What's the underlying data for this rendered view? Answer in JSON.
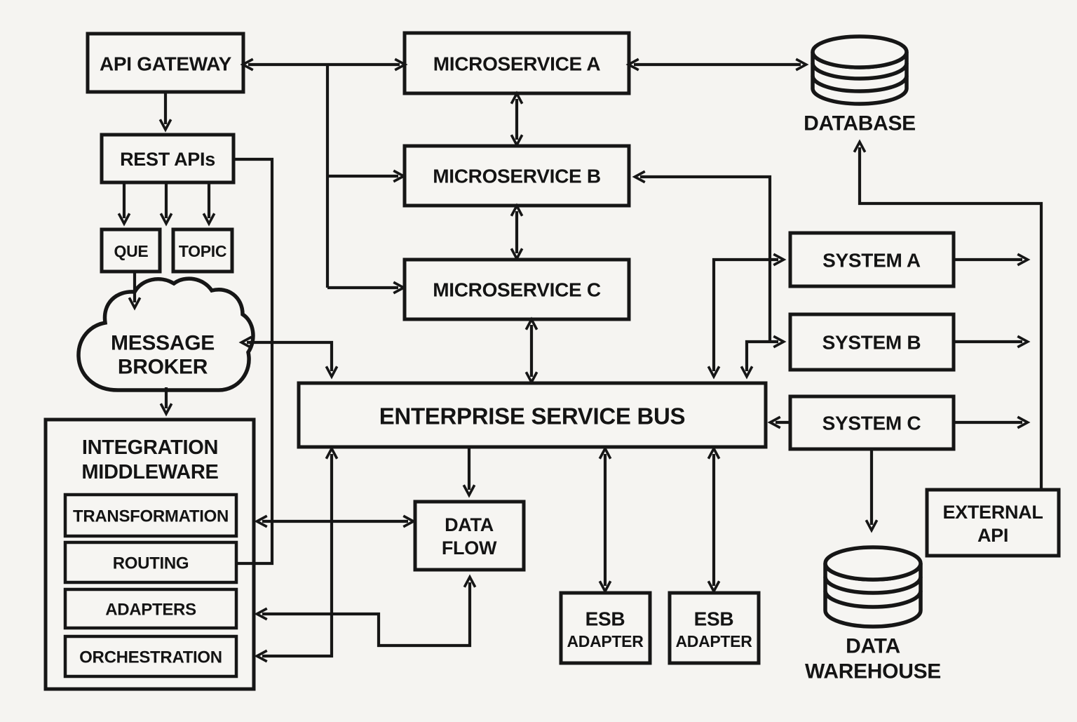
{
  "diagram": {
    "title_hint": "Enterprise integration architecture diagram",
    "background_color": "#f5f4f1",
    "line_color": "#161616",
    "nodes": {
      "api_gateway": {
        "label": "API GATEWAY"
      },
      "rest_apis": {
        "label": "REST APIs"
      },
      "que": {
        "label": "QUE"
      },
      "topic": {
        "label": "TOPIC"
      },
      "message_broker": {
        "line1": "MESSAGE",
        "line2": "BROKER"
      },
      "integration_middleware": {
        "line1": "INTEGRATION",
        "line2": "MIDDLEWARE"
      },
      "transformation": {
        "label": "TRANSFORMATION"
      },
      "routing": {
        "label": "ROUTING"
      },
      "adapters": {
        "label": "ADAPTERS"
      },
      "orchestration": {
        "label": "ORCHESTRATION"
      },
      "microservice_a": {
        "label": "MICROSERVICE A"
      },
      "microservice_b": {
        "label": "MICROSERVICE B"
      },
      "microservice_c": {
        "label": "MICROSERVICE C"
      },
      "database": {
        "label": "DATABASE"
      },
      "enterprise_service_bus": {
        "label": "ENTERPRISE SERVICE BUS"
      },
      "data_flow": {
        "line1": "DATA",
        "line2": "FLOW"
      },
      "esb_adapter_1": {
        "line1": "ESB",
        "line2": "ADAPTER"
      },
      "esb_adapter_2": {
        "line1": "ESB",
        "line2": "ADAPTER"
      },
      "system_a": {
        "label": "SYSTEM A"
      },
      "system_b": {
        "label": "SYSTEM B"
      },
      "system_c": {
        "label": "SYSTEM C"
      },
      "data_warehouse": {
        "line1": "DATA",
        "line2": "WAREHOUSE"
      },
      "external_api": {
        "line1": "EXTERNAL",
        "line2": "API"
      }
    },
    "connections": [
      {
        "from": "api_gateway",
        "to": "microservice_a",
        "direction": "both"
      },
      {
        "from": "api_gateway",
        "to": "microservice_b",
        "direction": "to"
      },
      {
        "from": "api_gateway",
        "to": "microservice_c",
        "direction": "to"
      },
      {
        "from": "api_gateway",
        "to": "rest_apis",
        "direction": "to"
      },
      {
        "from": "rest_apis",
        "to": "que",
        "direction": "to"
      },
      {
        "from": "rest_apis",
        "to": "topic",
        "direction": "to"
      },
      {
        "from": "rest_apis",
        "to": "routing",
        "direction": "line"
      },
      {
        "from": "que",
        "to": "message_broker",
        "direction": "to"
      },
      {
        "from": "message_broker",
        "to": "integration_middleware",
        "direction": "to"
      },
      {
        "from": "message_broker",
        "to": "enterprise_service_bus",
        "direction": "both"
      },
      {
        "from": "microservice_a",
        "to": "database",
        "direction": "both"
      },
      {
        "from": "microservice_a",
        "to": "microservice_b",
        "direction": "both"
      },
      {
        "from": "microservice_b",
        "to": "microservice_c",
        "direction": "both"
      },
      {
        "from": "microservice_c",
        "to": "enterprise_service_bus",
        "direction": "both"
      },
      {
        "from": "enterprise_service_bus",
        "to": "orchestration",
        "direction": "both"
      },
      {
        "from": "transformation",
        "to": "data_flow",
        "direction": "both"
      },
      {
        "from": "adapters",
        "to": "data_flow",
        "direction": "both"
      },
      {
        "from": "enterprise_service_bus",
        "to": "data_flow",
        "direction": "to"
      },
      {
        "from": "enterprise_service_bus",
        "to": "esb_adapter_1",
        "direction": "both"
      },
      {
        "from": "enterprise_service_bus",
        "to": "esb_adapter_2",
        "direction": "both"
      },
      {
        "from": "enterprise_service_bus",
        "to": "system_a",
        "direction": "both"
      },
      {
        "from": "enterprise_service_bus",
        "to": "system_b",
        "direction": "both"
      },
      {
        "from": "microservice_b",
        "to": "system_b",
        "direction": "from-junction"
      },
      {
        "from": "system_c",
        "to": "enterprise_service_bus",
        "direction": "to"
      },
      {
        "from": "system_a",
        "to": "external_api",
        "direction": "to"
      },
      {
        "from": "system_b",
        "to": "external_api",
        "direction": "to"
      },
      {
        "from": "system_c",
        "to": "external_api",
        "direction": "to"
      },
      {
        "from": "external_api",
        "to": "database",
        "direction": "to"
      },
      {
        "from": "system_c",
        "to": "data_warehouse",
        "direction": "to"
      }
    ]
  }
}
